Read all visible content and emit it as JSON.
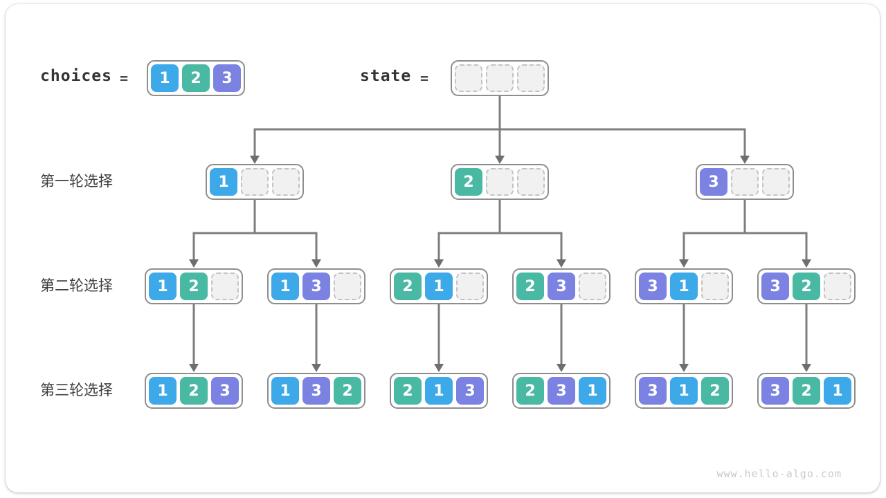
{
  "colors": {
    "v1": "#3da9e8",
    "v2": "#4ab9a4",
    "v3": "#7b82e2"
  },
  "header": {
    "choices_label": "choices",
    "choices_equals": "=",
    "choices_cells": [
      "1",
      "2",
      "3"
    ],
    "state_label": "state",
    "state_equals": "=",
    "state_cells": [
      "",
      "",
      ""
    ]
  },
  "rows": [
    {
      "label": "第一轮选择",
      "boxes": [
        [
          "1",
          "",
          ""
        ],
        [
          "2",
          "",
          ""
        ],
        [
          "3",
          "",
          ""
        ]
      ]
    },
    {
      "label": "第二轮选择",
      "boxes": [
        [
          "1",
          "2",
          ""
        ],
        [
          "1",
          "3",
          ""
        ],
        [
          "2",
          "1",
          ""
        ],
        [
          "2",
          "3",
          ""
        ],
        [
          "3",
          "1",
          ""
        ],
        [
          "3",
          "2",
          ""
        ]
      ]
    },
    {
      "label": "第三轮选择",
      "boxes": [
        [
          "1",
          "2",
          "3"
        ],
        [
          "1",
          "3",
          "2"
        ],
        [
          "2",
          "1",
          "3"
        ],
        [
          "2",
          "3",
          "1"
        ],
        [
          "3",
          "1",
          "2"
        ],
        [
          "3",
          "2",
          "1"
        ]
      ]
    }
  ],
  "watermark": "www.hello-algo.com"
}
